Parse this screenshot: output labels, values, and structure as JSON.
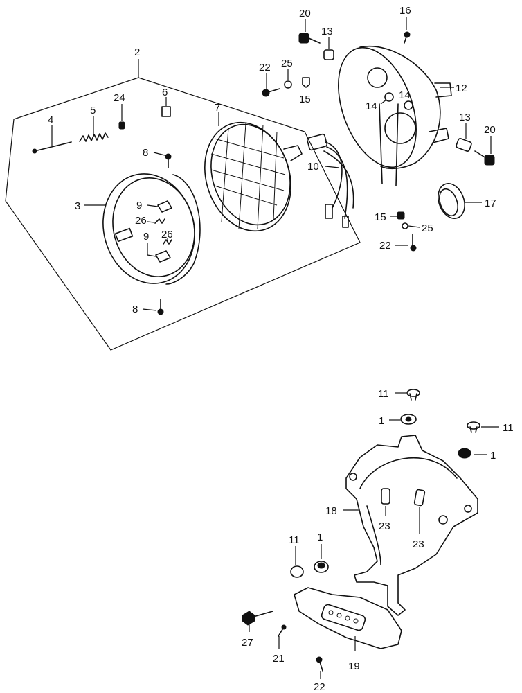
{
  "callouts": [
    {
      "id": "c2",
      "text": "2"
    },
    {
      "id": "c3",
      "text": "3"
    },
    {
      "id": "c4",
      "text": "4"
    },
    {
      "id": "c5",
      "text": "5"
    },
    {
      "id": "c24",
      "text": "24"
    },
    {
      "id": "c6",
      "text": "6"
    },
    {
      "id": "c7",
      "text": "7"
    },
    {
      "id": "c8a",
      "text": "8"
    },
    {
      "id": "c8b",
      "text": "8"
    },
    {
      "id": "c9a",
      "text": "9"
    },
    {
      "id": "c9b",
      "text": "9"
    },
    {
      "id": "c26a",
      "text": "26"
    },
    {
      "id": "c26b",
      "text": "26"
    },
    {
      "id": "c10",
      "text": "10"
    },
    {
      "id": "c20a",
      "text": "20"
    },
    {
      "id": "c20b",
      "text": "20"
    },
    {
      "id": "c13a",
      "text": "13"
    },
    {
      "id": "c13b",
      "text": "13"
    },
    {
      "id": "c16",
      "text": "16"
    },
    {
      "id": "c22a",
      "text": "22"
    },
    {
      "id": "c22b",
      "text": "22"
    },
    {
      "id": "c22c",
      "text": "22"
    },
    {
      "id": "c25a",
      "text": "25"
    },
    {
      "id": "c25b",
      "text": "25"
    },
    {
      "id": "c15a",
      "text": "15"
    },
    {
      "id": "c15b",
      "text": "15"
    },
    {
      "id": "c14a",
      "text": "14"
    },
    {
      "id": "c14b",
      "text": "14"
    },
    {
      "id": "c12",
      "text": "12"
    },
    {
      "id": "c17",
      "text": "17"
    },
    {
      "id": "c11a",
      "text": "11"
    },
    {
      "id": "c11b",
      "text": "11"
    },
    {
      "id": "c11c",
      "text": "11"
    },
    {
      "id": "c1a",
      "text": "1"
    },
    {
      "id": "c1b",
      "text": "1"
    },
    {
      "id": "c1c",
      "text": "1"
    },
    {
      "id": "c18",
      "text": "18"
    },
    {
      "id": "c23a",
      "text": "23"
    },
    {
      "id": "c23b",
      "text": "23"
    },
    {
      "id": "c27",
      "text": "27"
    },
    {
      "id": "c21",
      "text": "21"
    },
    {
      "id": "c19",
      "text": "19"
    }
  ]
}
